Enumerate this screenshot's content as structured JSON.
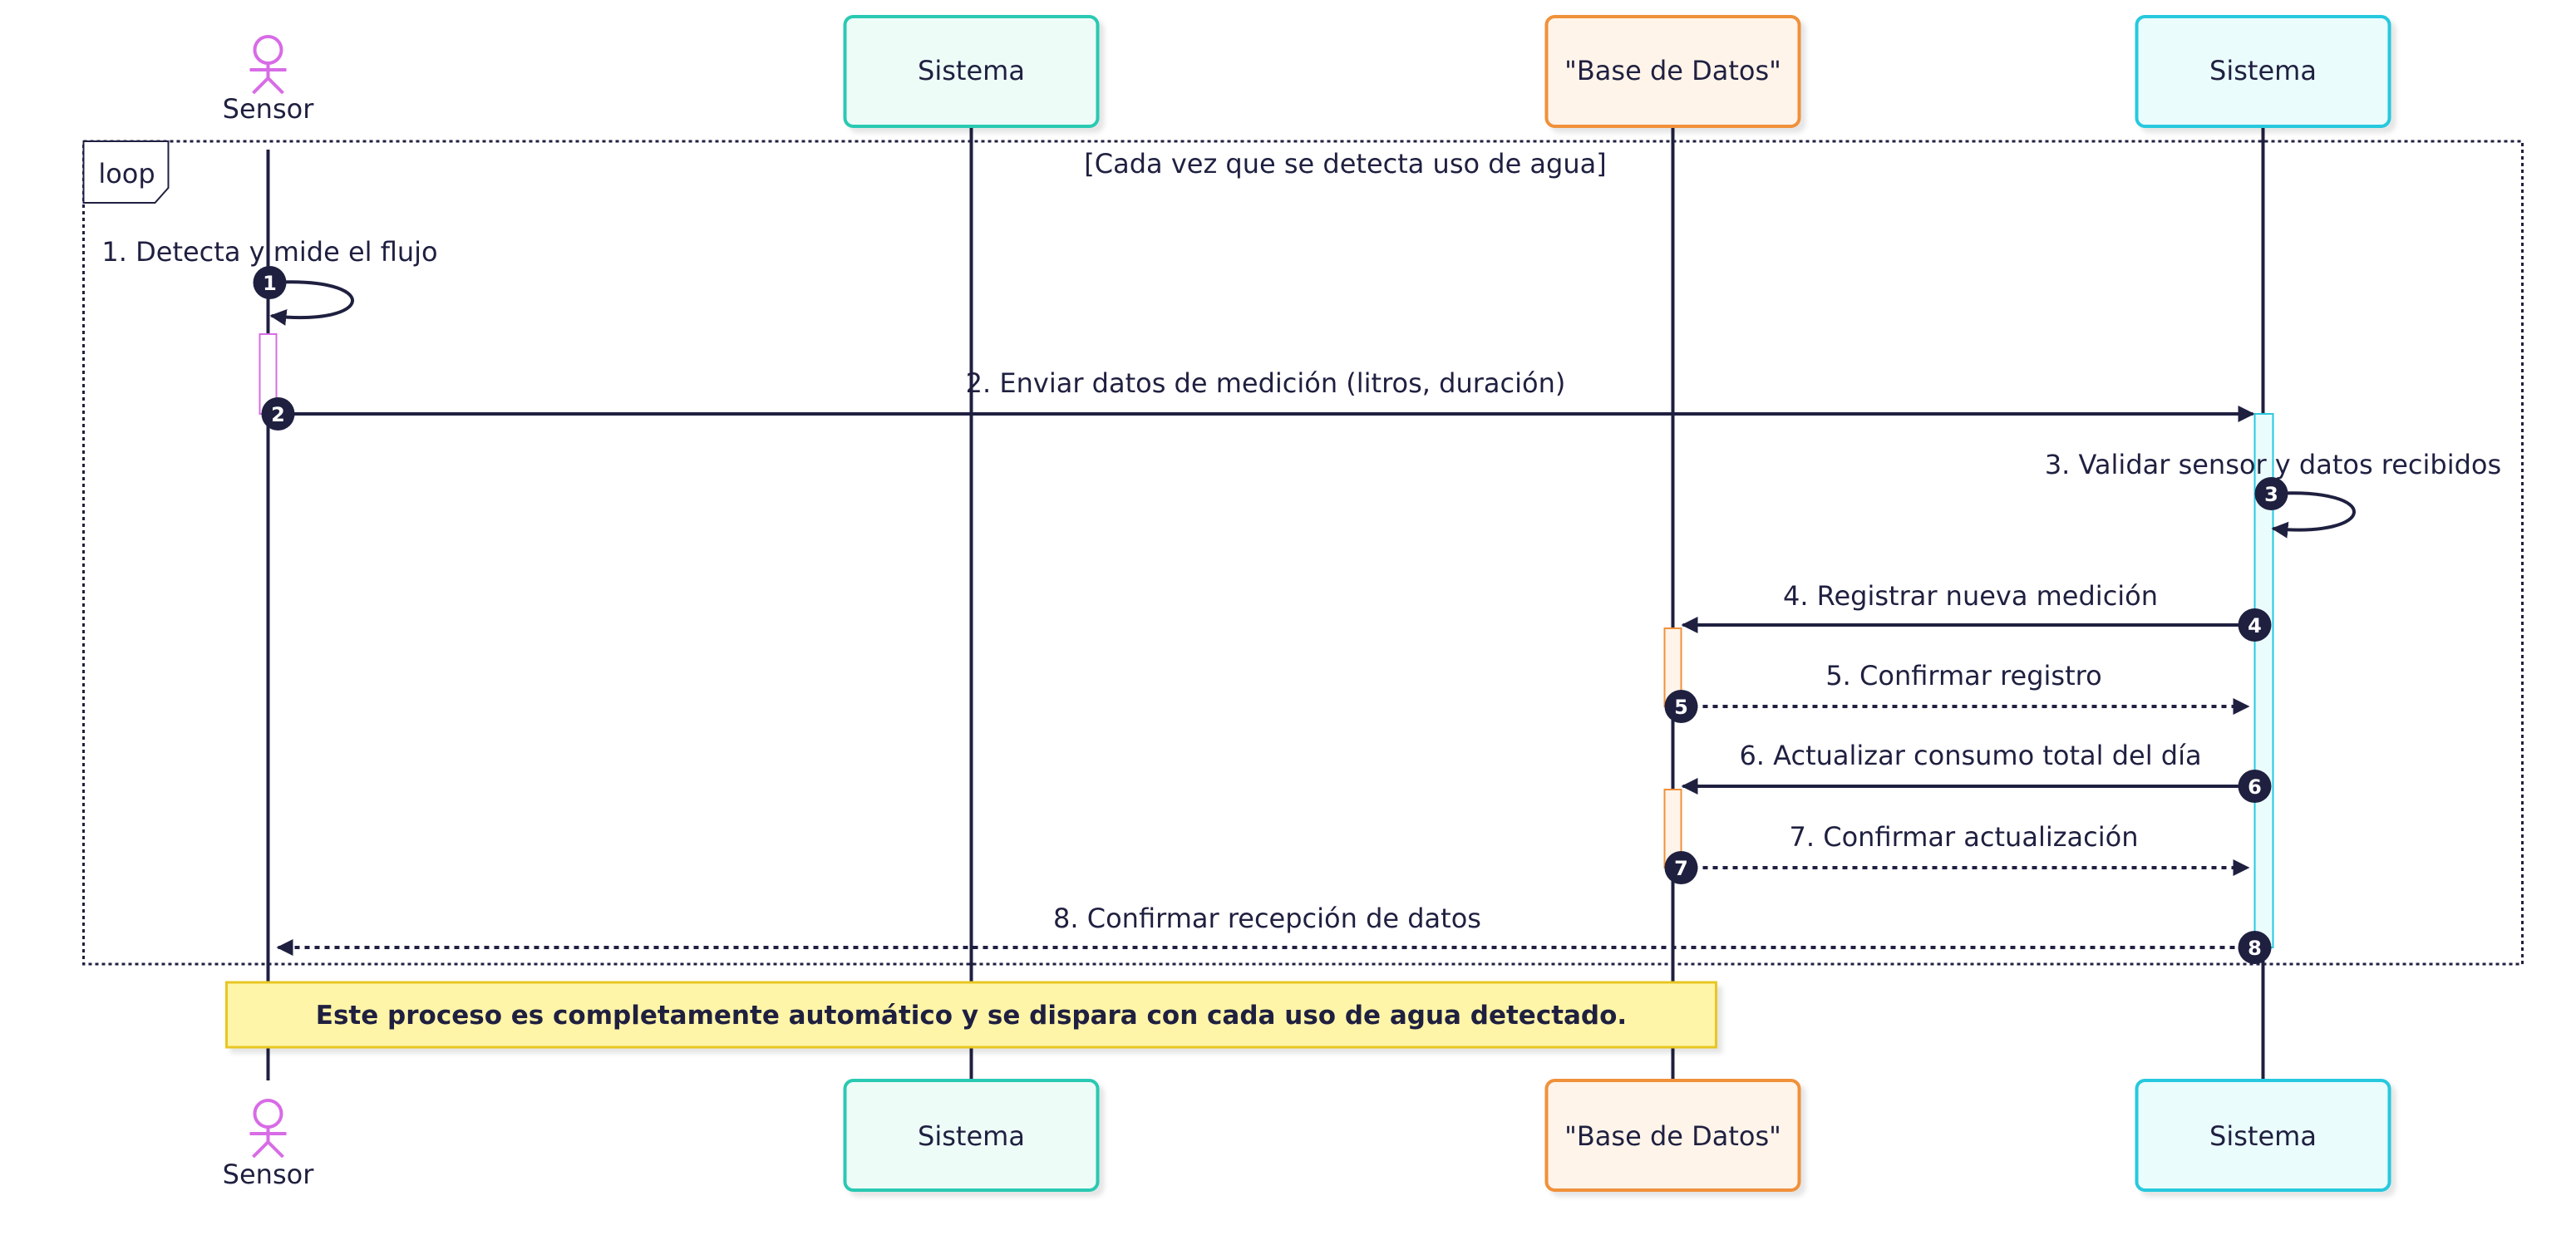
{
  "participants": {
    "sensor": {
      "label": "Sensor",
      "kind": "actor",
      "color": "#d86be6"
    },
    "sistema1": {
      "label": "Sistema",
      "kind": "box",
      "fill": "#eefcf8",
      "stroke": "#2cc9b2"
    },
    "bd": {
      "label": "\"Base de Datos\"",
      "kind": "box",
      "fill": "#fff4ea",
      "stroke": "#f0913a"
    },
    "sistema2": {
      "label": "Sistema",
      "kind": "box",
      "fill": "#ebfcfd",
      "stroke": "#26c9de"
    }
  },
  "loop": {
    "tag": "loop",
    "condition": "[Cada vez que se detecta uso de agua]"
  },
  "messages": [
    {
      "num": "1",
      "text": "1. Detecta y mide el flujo",
      "from": "sensor",
      "to": "sensor",
      "style": "solid"
    },
    {
      "num": "2",
      "text": "2. Enviar datos de medición (litros, duración)",
      "from": "sensor",
      "to": "sistema2",
      "style": "solid"
    },
    {
      "num": "3",
      "text": "3. Validar sensor y datos recibidos",
      "from": "sistema2",
      "to": "sistema2",
      "style": "solid"
    },
    {
      "num": "4",
      "text": "4. Registrar nueva medición",
      "from": "sistema2",
      "to": "bd",
      "style": "solid"
    },
    {
      "num": "5",
      "text": "5. Confirmar registro",
      "from": "bd",
      "to": "sistema2",
      "style": "dotted"
    },
    {
      "num": "6",
      "text": "6. Actualizar consumo total del día",
      "from": "sistema2",
      "to": "bd",
      "style": "solid"
    },
    {
      "num": "7",
      "text": "7. Confirmar actualización",
      "from": "bd",
      "to": "sistema2",
      "style": "dotted"
    },
    {
      "num": "8",
      "text": "8. Confirmar recepción de datos",
      "from": "sistema2",
      "to": "sensor",
      "style": "dotted"
    }
  ],
  "note": {
    "text": "Este proceso es completamente automático y se dispara con cada uso de agua detectado.",
    "fill": "#fff5a8",
    "stroke": "#e8c620"
  },
  "colors": {
    "line": "#1f2040",
    "badge": "#1f2040"
  }
}
